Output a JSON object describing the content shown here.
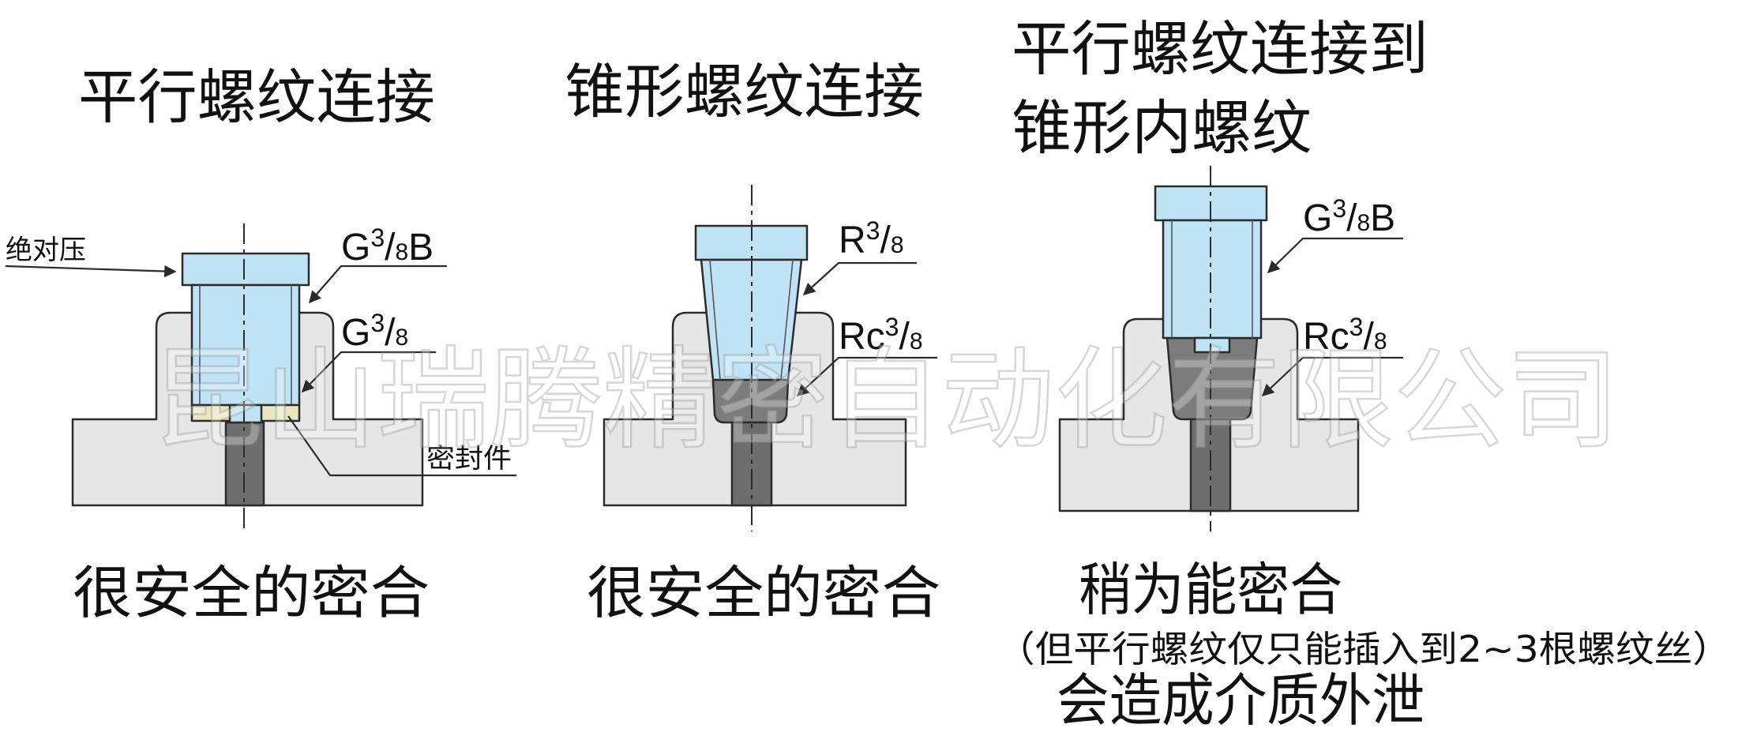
{
  "watermark": "昆山瑞腾精密自动化有限公司",
  "colors": {
    "fitting_blue": "#bfe3f5",
    "body_gray": "#e6e6e6",
    "cavity_gray": "#7c7c7c",
    "channel_gray": "#6e6e6e",
    "seal_yellow": "#e9e6c1",
    "outline": "#2b2b2b"
  },
  "parallel": {
    "title": "平行螺纹连接",
    "pressure_label": "绝对压",
    "fitting_thread": {
      "prefix": "G",
      "num": "3",
      "sep": "/",
      "den": "8",
      "suffix": "B"
    },
    "port_thread": {
      "prefix": "G",
      "num": "3",
      "sep": "/",
      "den": "8"
    },
    "seal_label": "密封件",
    "result": "很安全的密合"
  },
  "tapered": {
    "title": "锥形螺纹连接",
    "fitting_thread": {
      "prefix": "R",
      "num": "3",
      "sep": "/",
      "den": "8"
    },
    "port_thread": {
      "prefix": "Rc",
      "num": "3",
      "sep": "/",
      "den": "8"
    },
    "result": "很安全的密合"
  },
  "parallel_to_tapered": {
    "title_lines": [
      "平行螺纹连接到",
      "锥形内螺纹"
    ],
    "fitting_thread": {
      "prefix": "G",
      "num": "3",
      "sep": "/",
      "den": "8",
      "suffix": "B"
    },
    "port_thread": {
      "prefix": "Rc",
      "num": "3",
      "sep": "/",
      "den": "8"
    },
    "result": "稍为能密合",
    "note": "（但平行螺纹仅只能插入到2~3根螺纹丝）",
    "consequence": "会造成介质外泄"
  }
}
